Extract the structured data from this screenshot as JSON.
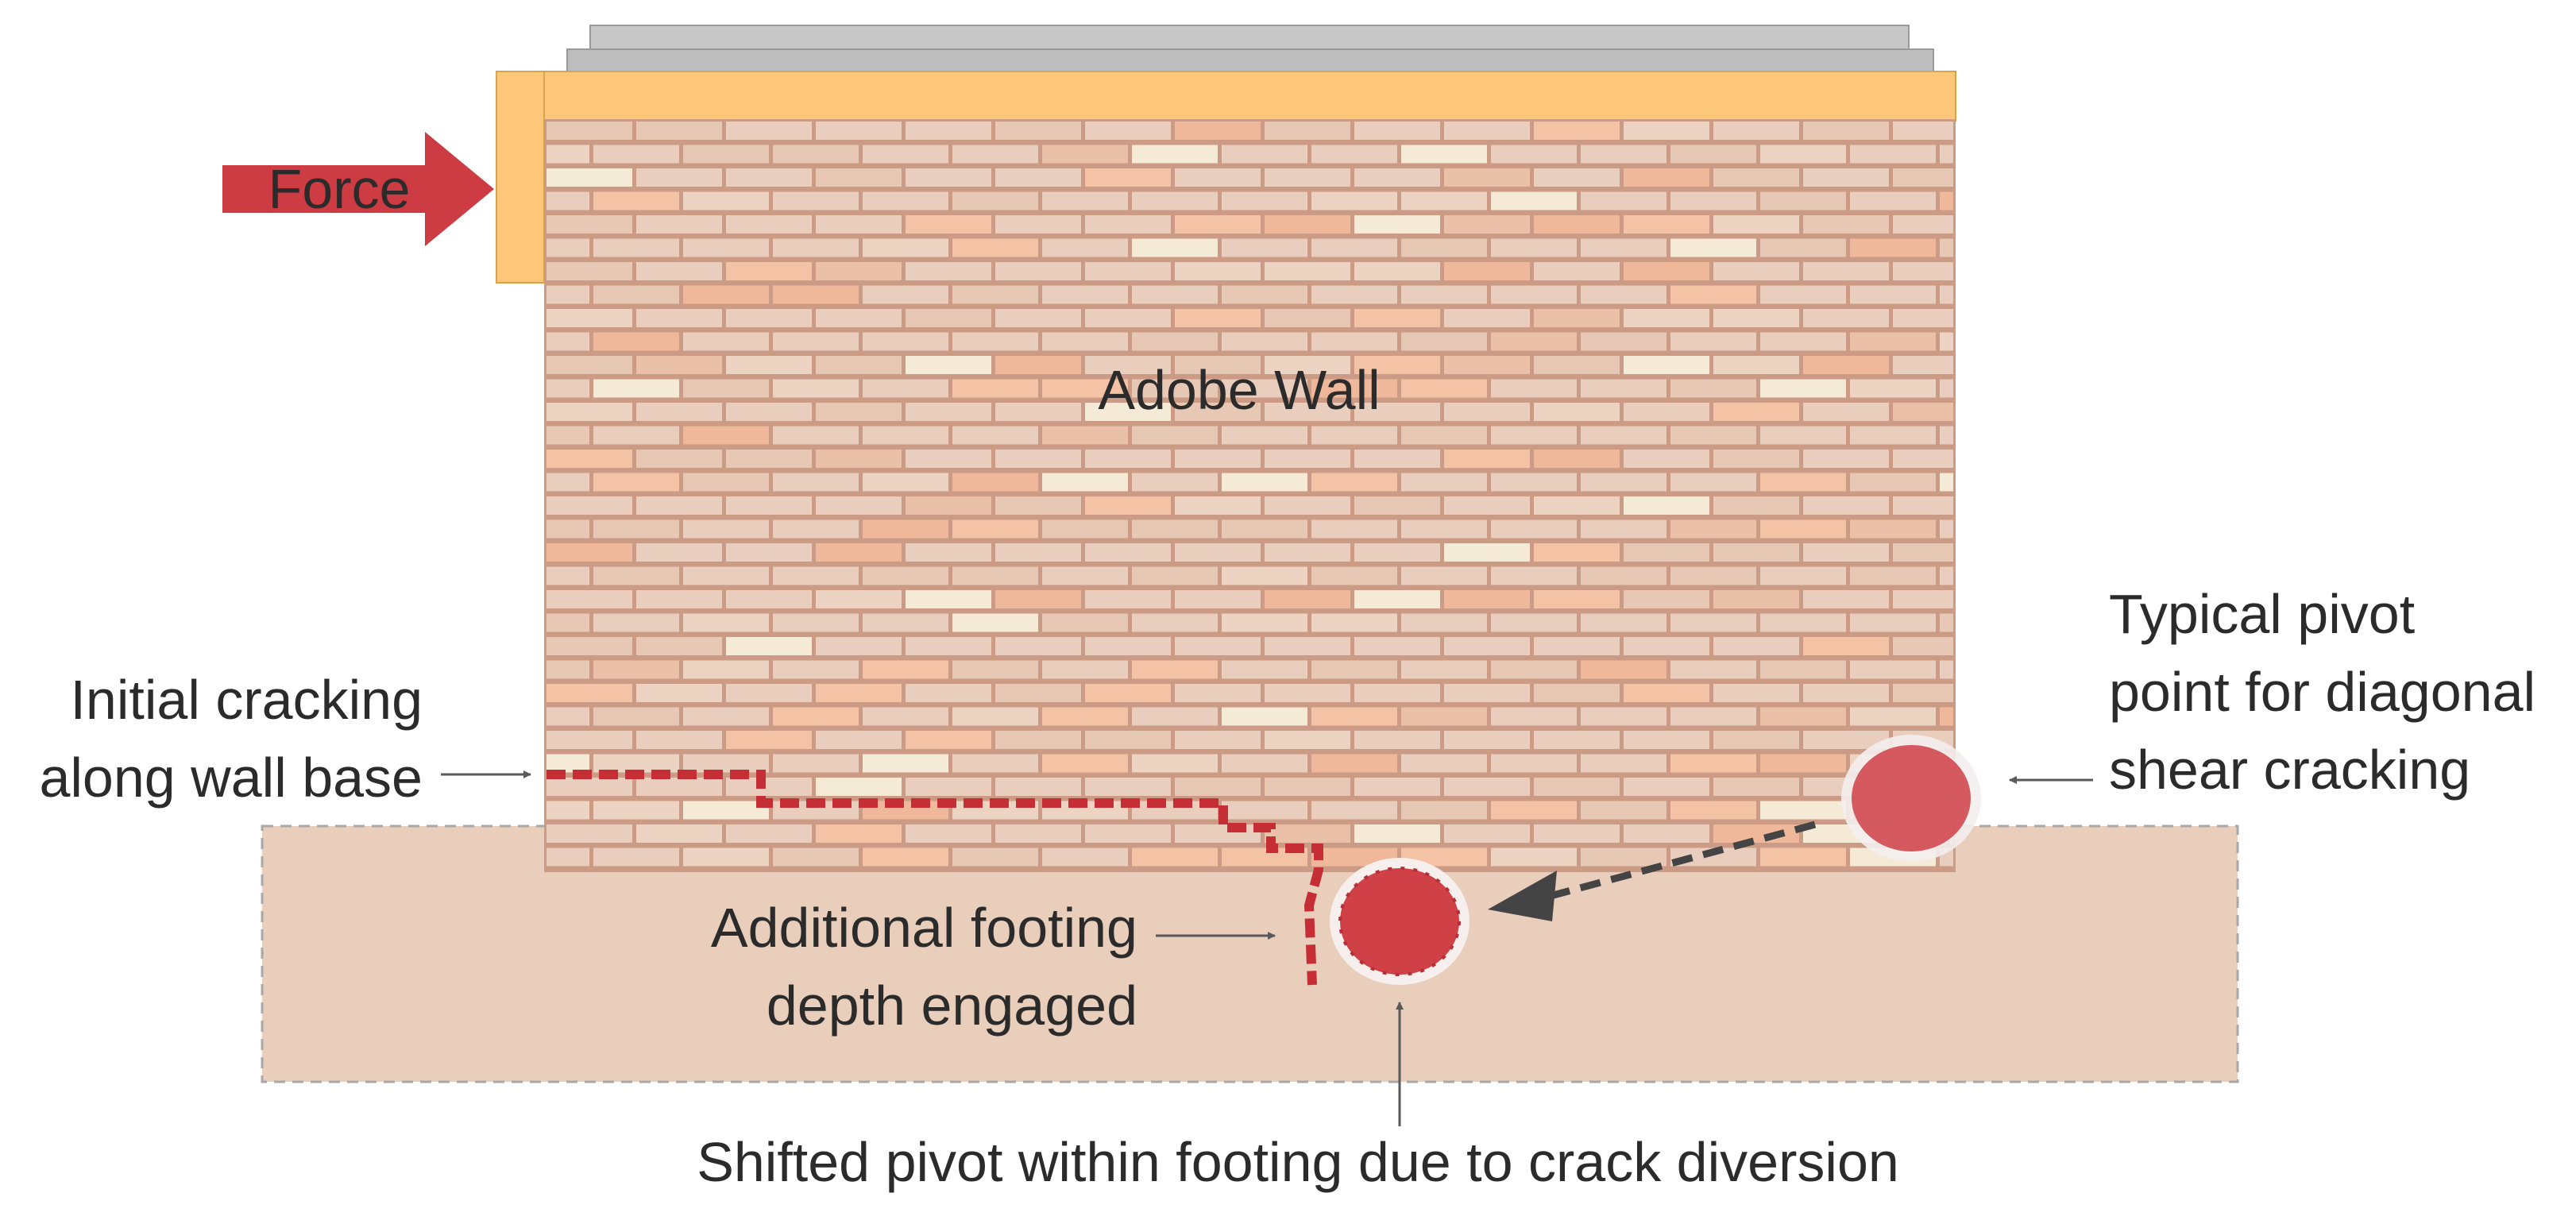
{
  "diagram": {
    "force_label": "Force",
    "wall_label": "Adobe Wall",
    "initial_cracking": {
      "line1": "Initial cracking",
      "line2": "along wall base"
    },
    "pivot_label": {
      "line1": "Typical pivot",
      "line2": "point for diagonal",
      "line3": "shear cracking"
    },
    "footing_label": {
      "line1": "Additional footing",
      "line2": "depth engaged"
    },
    "shifted_label": "Shifted pivot within footing due to crack diversion"
  },
  "colors": {
    "force_arrow": "#cc3c42",
    "bond_beam": "#fdc779",
    "roof": "#bdbdbd",
    "wall_mortar": "#cc9b85",
    "brick": "#e7ccba",
    "footing": "#eacebc",
    "crack": "#c42e34",
    "pivot": "#cf4047"
  },
  "icons": [
    "force-arrow-icon",
    "leader-arrow-icon",
    "pivot-marker-icon"
  ]
}
